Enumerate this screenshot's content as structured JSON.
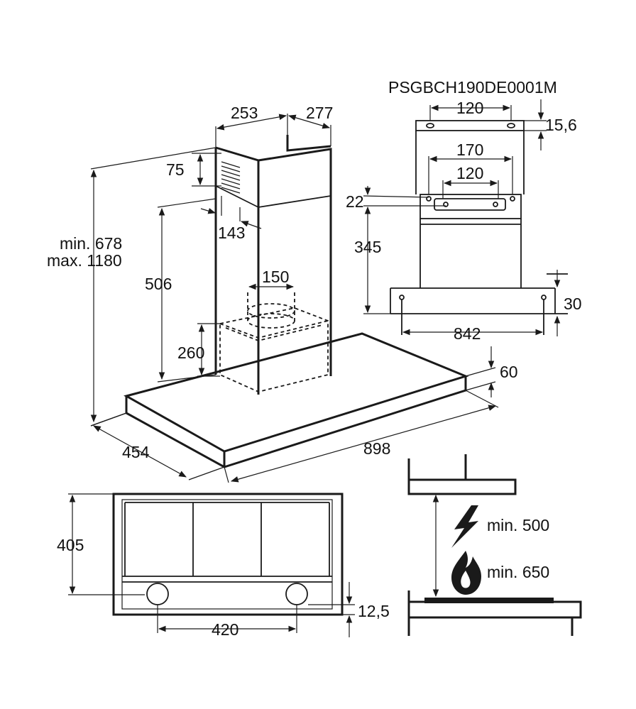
{
  "model_code": "PSGBCH190DE0001M",
  "main_view": {
    "chimney_width": "253",
    "chimney_depth": "277",
    "vent_height": "75",
    "vent_offset": "143",
    "height_range_min": "min. 678",
    "height_range_max": "max. 1180",
    "chimney_lower_height": "506",
    "outlet_diameter": "150",
    "motor_box_height": "260",
    "canopy_thickness": "60",
    "canopy_depth": "454",
    "canopy_width": "898"
  },
  "bracket_view": {
    "top_hole_spacing": "120",
    "top_bracket_offset": "15,6",
    "outer_hole_spacing": "170",
    "inner_hole_spacing": "120",
    "bracket_height": "22",
    "bracket_to_canopy": "345",
    "canopy_fixing_height": "30",
    "canopy_fixing_spacing": "842"
  },
  "bottom_view": {
    "depth": "405",
    "light_spacing": "420",
    "light_offset": "12,5"
  },
  "clearance_view": {
    "electric_min": "min. 500",
    "gas_min": "min. 650"
  }
}
